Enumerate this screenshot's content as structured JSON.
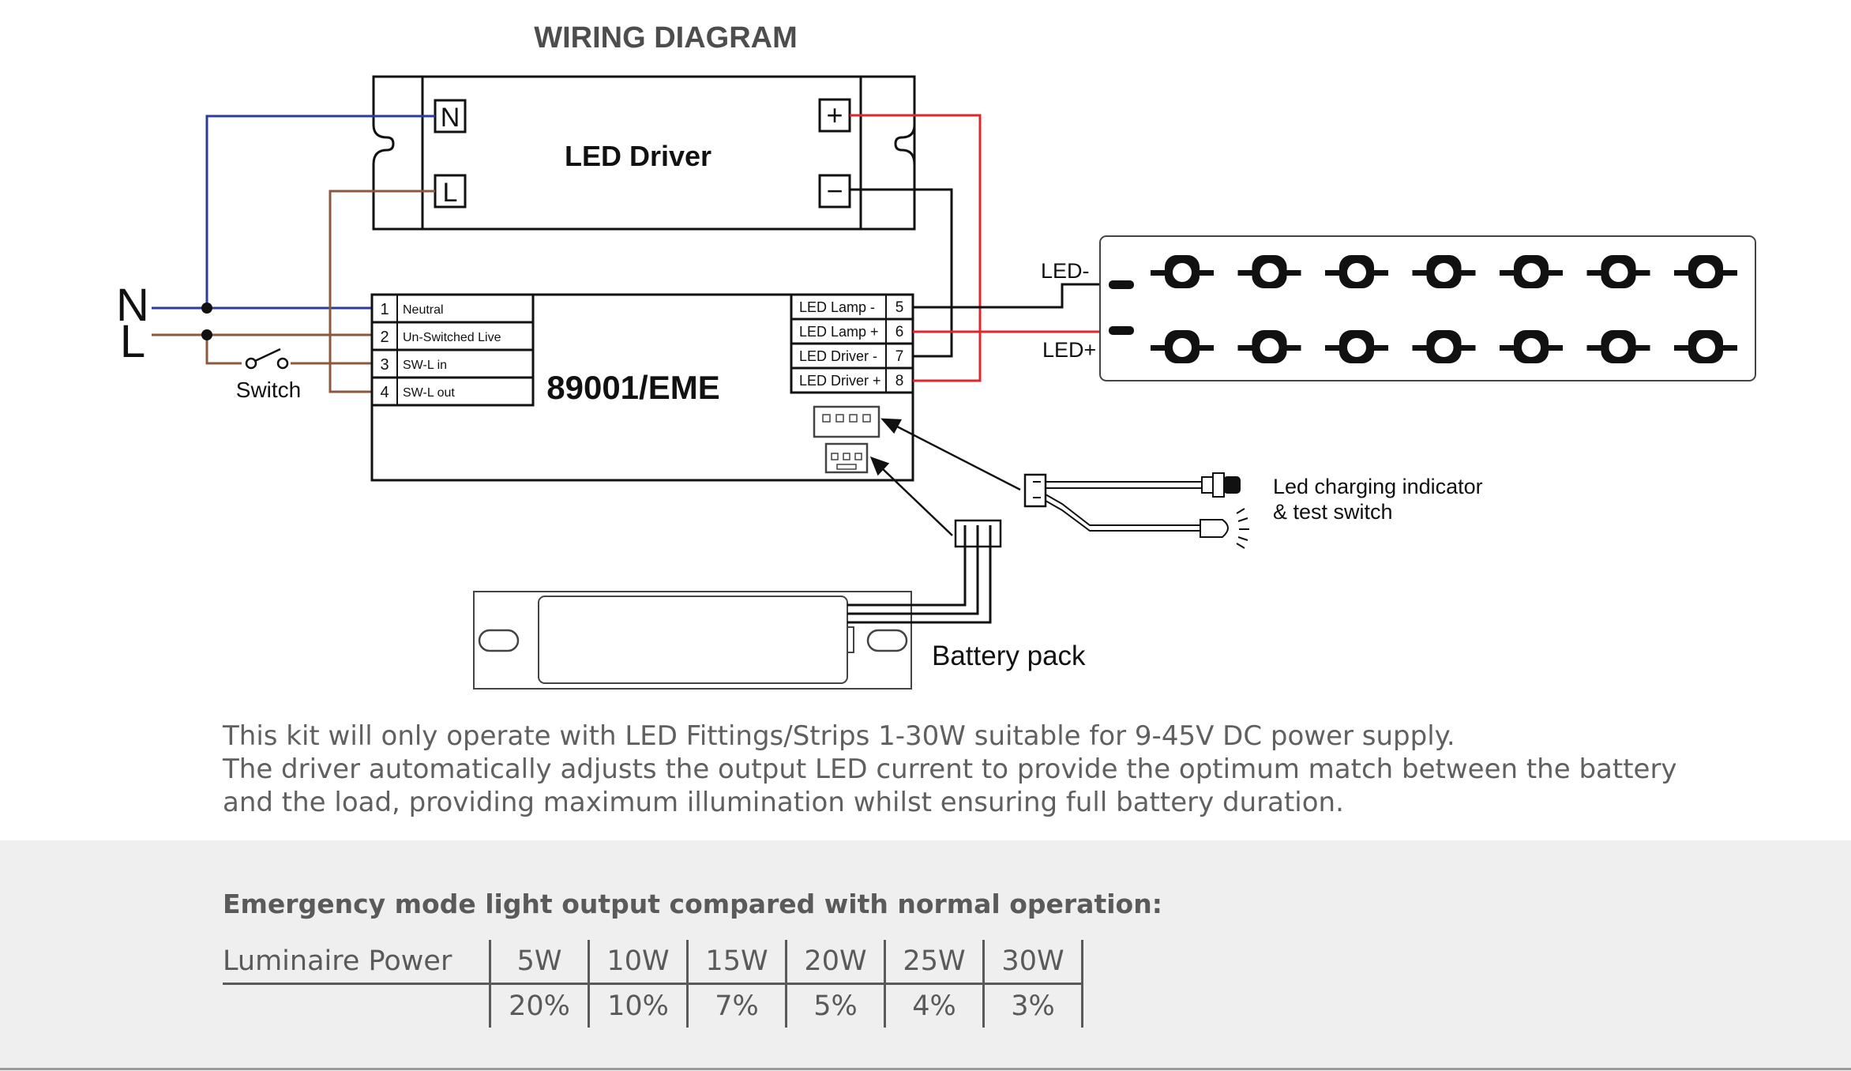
{
  "title": "WIRING DIAGRAM",
  "driver": {
    "label": "LED Driver",
    "terminal_n": "N",
    "terminal_l": "L",
    "terminal_plus": "+",
    "terminal_minus": "−"
  },
  "mains": {
    "n_label": "N",
    "l_label": "L",
    "switch_label": "Switch"
  },
  "module": {
    "name": "89001/EME",
    "left_terminals": [
      {
        "num": "1",
        "label": "Neutral"
      },
      {
        "num": "2",
        "label": "Un-Switched Live"
      },
      {
        "num": "3",
        "label": "SW-L  in"
      },
      {
        "num": "4",
        "label": "SW-L  out"
      }
    ],
    "right_terminals": [
      {
        "label": "LED Lamp -",
        "num": "5"
      },
      {
        "label": "LED Lamp +",
        "num": "6"
      },
      {
        "label": "LED Driver -",
        "num": "7"
      },
      {
        "label": "LED Driver +",
        "num": "8"
      }
    ]
  },
  "strip": {
    "minus_label": "LED-",
    "plus_label": "LED+",
    "leds_per_row": 7,
    "rows": 2
  },
  "indicator": {
    "line1": "Led  charging  indicator",
    "line2": "& test switch"
  },
  "battery": {
    "label": "Battery pack"
  },
  "notes": [
    "This kit will only operate with LED Fittings/Strips 1-30W suitable for 9-45V DC power supply.",
    "The driver automatically adjusts the output LED current to provide the optimum match between the battery",
    "and the load, providing maximum illumination whilst ensuring full battery duration."
  ],
  "table": {
    "title": "Emergency mode light output compared with normal operation:",
    "row_header": "Luminaire Power",
    "powers": [
      "5W",
      "10W",
      "15W",
      "20W",
      "25W",
      "30W"
    ],
    "outputs": [
      "20%",
      "10%",
      "7%",
      "5%",
      "4%",
      "3%"
    ]
  },
  "colors": {
    "neutral_wire": "#2a3d9c",
    "live_wire": "#8b5a3c",
    "positive_wire": "#e0262b",
    "negative_wire": "#111111",
    "text_grey": "#5a5a5a",
    "panel_bg": "#efefef"
  }
}
